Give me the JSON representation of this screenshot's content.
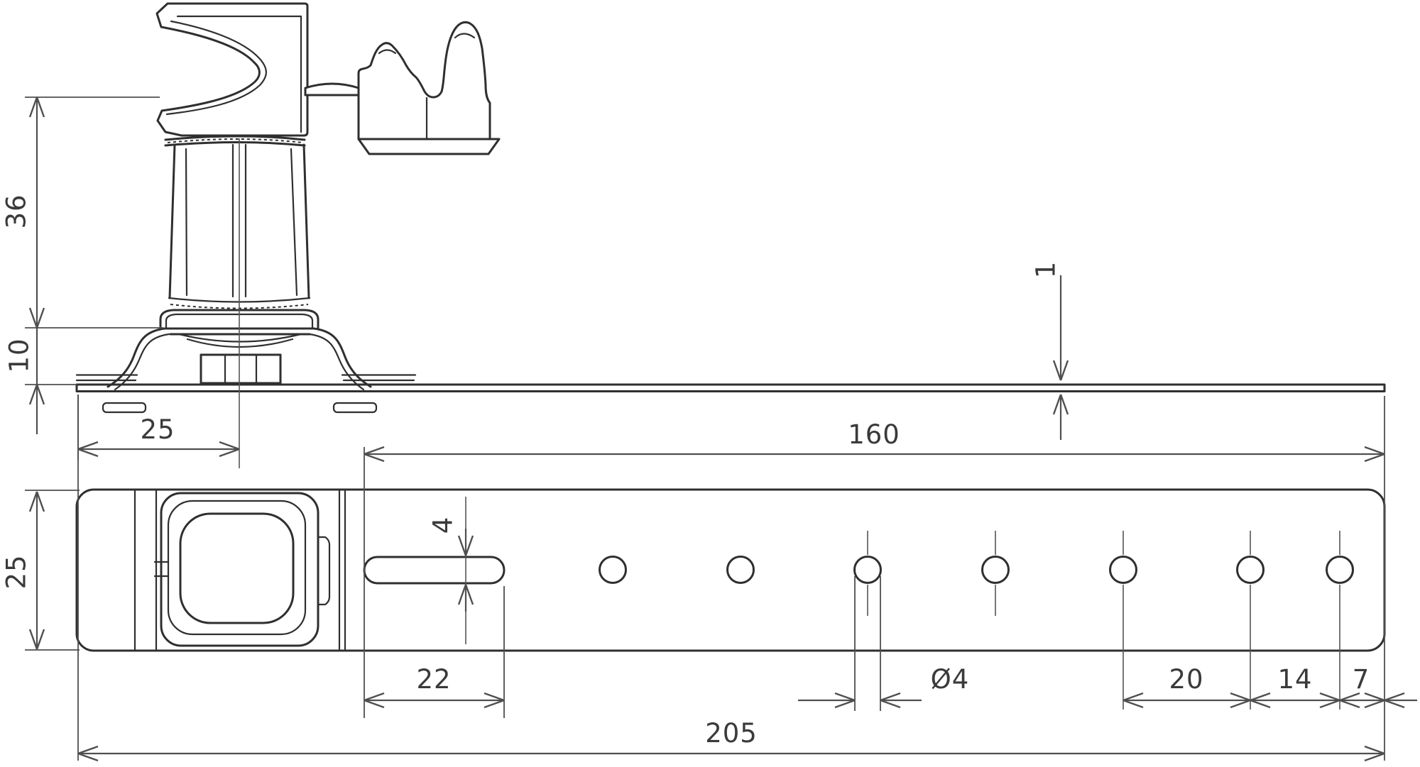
{
  "meta": {
    "type": "technical-dimension-drawing",
    "units": "mm",
    "views": [
      "side-view",
      "top-view"
    ]
  },
  "palette": {
    "background": "#ffffff",
    "line_color": "#2f2f2f",
    "dim_line_color": "#4f4f4f",
    "text_color": "#3a3a3a"
  },
  "features": {
    "hole_count": 7,
    "slot_count": 1
  },
  "dimensions": {
    "clamp_height": "36",
    "bracket_height": "10",
    "center_offset": "25",
    "strip_thickness": "1",
    "slot_to_end": "160",
    "strip_width": "25",
    "slot_width": "4",
    "slot_length": "22",
    "hole_diameter": "Ø4",
    "hole_pitch": "20",
    "last_hole_pitch": "14",
    "end_margin": "7",
    "overall_length": "205"
  }
}
